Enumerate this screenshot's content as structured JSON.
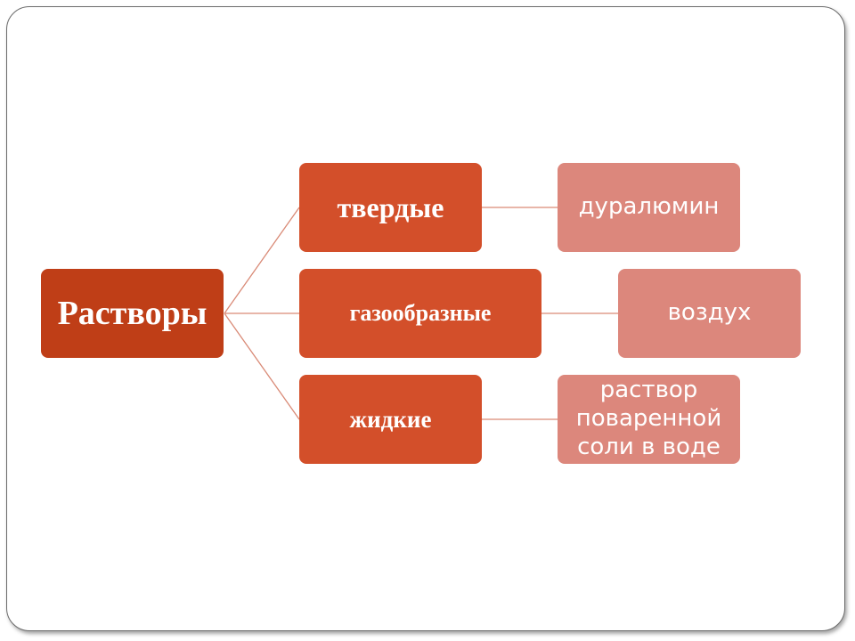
{
  "diagram": {
    "root": {
      "label": "Растворы"
    },
    "categories": [
      {
        "label": "твердые",
        "example": "дуралюмин"
      },
      {
        "label": "газообразные",
        "example": "воздух"
      },
      {
        "label": "жидкие",
        "example": "раствор поваренной соли в воде"
      }
    ]
  },
  "colors": {
    "root_fill": "#bf3e17",
    "category_fill": "#d34f2a",
    "example_fill": "#dc877c",
    "connector": "#d98a76"
  }
}
